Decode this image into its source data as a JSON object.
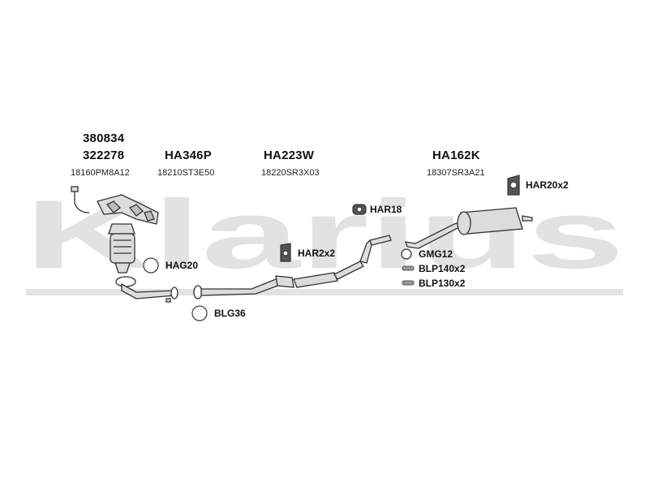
{
  "watermark": {
    "text": "Klarius"
  },
  "main_parts": [
    {
      "part_lines": [
        "380834",
        "322278"
      ],
      "oem": "18160PM8A12"
    },
    {
      "part_lines": [
        "HA346P"
      ],
      "oem": "18210ST3E50"
    },
    {
      "part_lines": [
        "HA223W"
      ],
      "oem": "18220SR3X03"
    },
    {
      "part_lines": [
        "HA162K"
      ],
      "oem": "18307SR3A21"
    }
  ],
  "accessories": {
    "har20x2": "HAR20x2",
    "har18": "HAR18",
    "har2x2": "HAR2x2",
    "gmg12": "GMG12",
    "blp140x2": "BLP140x2",
    "blp130x2": "BLP130x2",
    "hag20": "HAG20",
    "blg36": "BLG36"
  },
  "colors": {
    "watermark": "#e2e2e2",
    "stroke": "#333333",
    "part_fill": "#d9d9d9"
  }
}
